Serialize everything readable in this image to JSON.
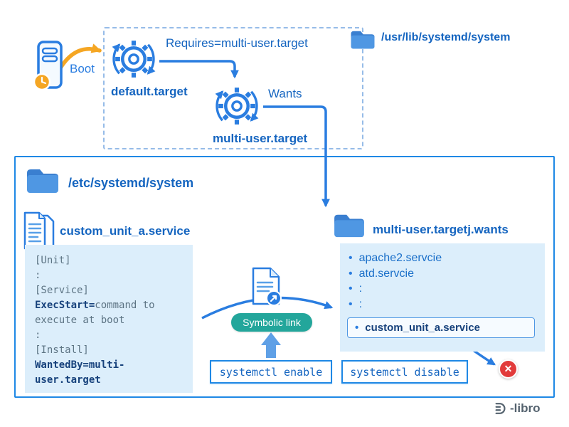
{
  "colors": {
    "accent": "#2a7de0",
    "text-blue": "#1565c0",
    "navy": "#17427c",
    "panel-bg": "#dceefb",
    "folder-blue": "#4f97e3",
    "folder-tab": "#3a7fd0",
    "teal": "#23a69b",
    "orange": "#f5a623",
    "red": "#e23b3b",
    "code-gray": "#5d7484",
    "logo-gray": "#54626e",
    "border-blue": "#1e88e5",
    "dash-blue": "#96bce8",
    "list-blue": "#1a6fc9",
    "block-arrow": "#5fa0e6"
  },
  "icons": {
    "error_cross": "✕",
    "bullet": "•"
  },
  "boot_flow": {
    "usr_folder_label": "/usr/lib/systemd/system",
    "boot_label": "Boot",
    "default_target": "default.target",
    "requires_label": "Requires=multi-user.target",
    "multi_user_target": "multi-user.target",
    "wants_label": "Wants"
  },
  "etc_section": {
    "folder_label": "/etc/systemd/system",
    "service_file": {
      "title": "custom_unit_a.service",
      "lines": [
        [
          {
            "t": "[Unit]",
            "b": false
          }
        ],
        [
          {
            "t": ":",
            "b": false
          }
        ],
        [
          {
            "t": "[Service]",
            "b": false
          }
        ],
        [
          {
            "t": "ExecStart=",
            "b": true
          },
          {
            "t": "command to",
            "b": false
          }
        ],
        [
          {
            "t": "execute at boot",
            "b": false
          }
        ],
        [
          {
            "t": ":",
            "b": false
          }
        ],
        [
          {
            "t": "[Install]",
            "b": false
          }
        ],
        [
          {
            "t": "WantedBy=multi-",
            "b": true
          }
        ],
        [
          {
            "t": "user.target",
            "b": true
          }
        ]
      ]
    },
    "symbolic_link_label": "Symbolic link",
    "enable_command": "systemctl enable",
    "disable_command": "systemctl disable",
    "wants_folder": {
      "title": "multi-user.targetj.wants",
      "items": [
        "apache2.servcie",
        "atd.servcie",
        ":",
        ":"
      ],
      "highlighted_item": "custom_unit_a.service"
    }
  },
  "logo_text": "-libro"
}
